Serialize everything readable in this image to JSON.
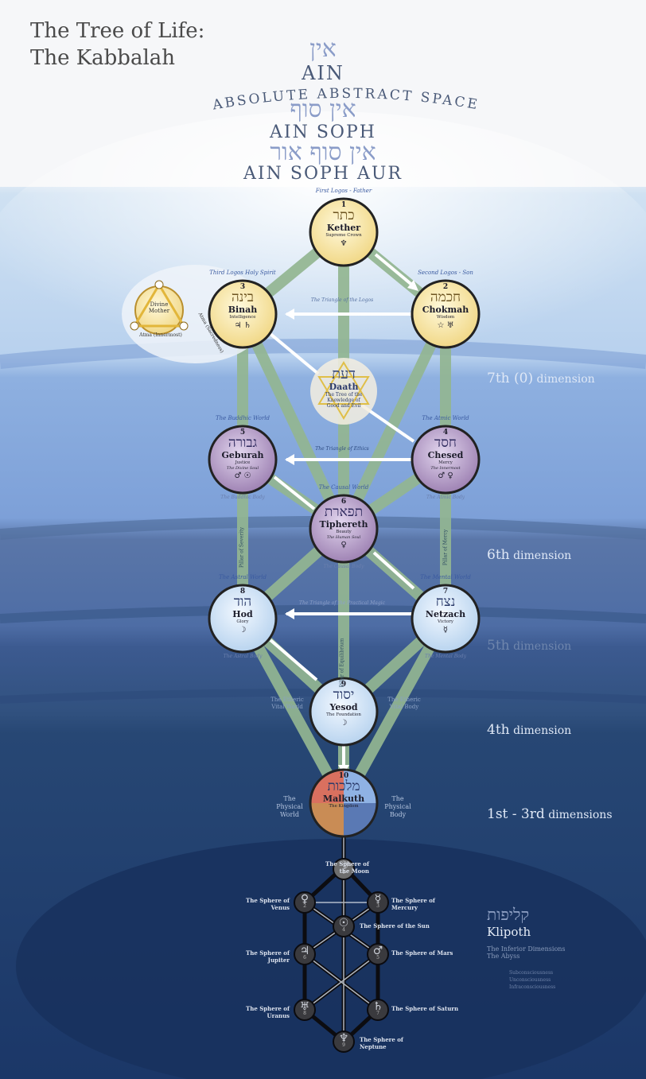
{
  "title": {
    "line1": "The Tree of Life:",
    "line2": "The Kabbalah"
  },
  "veils": {
    "ain_hebrew": "אין",
    "ain": "AIN",
    "ain_sub": "ABSOLUTE ABSTRACT SPACE",
    "ain_soph_hebrew": "אין סוף",
    "ain_soph": "AIN SOPH",
    "ain_soph_aur_hebrew": "אין סוף אור",
    "ain_soph_aur": "AIN SOPH AUR"
  },
  "dimensions": [
    {
      "num": "7th (0)",
      "unit": "dimension"
    },
    {
      "num": "6th",
      "unit": "dimension"
    },
    {
      "num": "5th",
      "unit": "dimension"
    },
    {
      "num": "4th",
      "unit": "dimension"
    },
    {
      "num": "1st - 3rd",
      "unit": "dimensions"
    }
  ],
  "sephiroth": [
    {
      "number": "1",
      "hebrew": "כתר",
      "name": "Kether",
      "meaning": "Supreme Crown",
      "arc_label": "First Logos - Father",
      "symbols": "♆"
    },
    {
      "number": "2",
      "hebrew": "חכמה",
      "name": "Chokmah",
      "meaning": "Wisdom",
      "arc_label": "Second Logos - Son",
      "symbols": "☆ ♅"
    },
    {
      "number": "3",
      "hebrew": "בינה",
      "name": "Binah",
      "meaning": "Intelligence",
      "arc_label": "Third Logos Holy Spirit",
      "side_label": "Atma (Sacredness)",
      "symbols": "♃ ♄"
    },
    {
      "number": "4",
      "hebrew": "חסד",
      "name": "Chesed",
      "meaning": "Mercy",
      "arc_label": "The Atmic World",
      "sub": "The Innermost",
      "bottom_label": "The Atmic Body",
      "symbols": "♂ ♀"
    },
    {
      "number": "5",
      "hebrew": "גבורה",
      "name": "Geburah",
      "meaning": "Justice",
      "arc_label": "The Buddhic World",
      "sub": "The Divine Soul",
      "bottom_label": "The Buddhic Body",
      "symbols": "♂ ☉"
    },
    {
      "number": "6",
      "hebrew": "תפארת",
      "name": "Tiphereth",
      "meaning": "Beauty",
      "arc_label": "The Causal World",
      "sub": "The Human Soul",
      "bottom_label": "The Causal Body",
      "symbols": "♀"
    },
    {
      "number": "7",
      "hebrew": "נצח",
      "name": "Netzach",
      "meaning": "Victory",
      "arc_label": "The Mental World",
      "bottom_label": "The Mental Body",
      "symbols": "☿"
    },
    {
      "number": "8",
      "hebrew": "הוד",
      "name": "Hod",
      "meaning": "Glory",
      "arc_label": "The Astral World",
      "bottom_label": "The Astral Body",
      "symbols": "☽"
    },
    {
      "number": "9",
      "hebrew": "יסוד",
      "name": "Yesod",
      "meaning": "The Foundation",
      "symbols": "☽"
    },
    {
      "number": "10",
      "hebrew": "מלכות",
      "name": "Malkuth",
      "meaning": "The Kingdom"
    }
  ],
  "daath": {
    "hebrew": "דעת",
    "name": "Daath",
    "meaning": "The Tree of the Knowledge of Good and Evil"
  },
  "divine_mother": "Divine Mother",
  "atma": "Atma (Innermost)",
  "path_labels": {
    "logos": "The Triangle of the Logos",
    "ethics": "The Triangle of Ethics",
    "magic": "The Triangle of the Practical Magic",
    "fire": "Pillar of Severity",
    "mercy": "Pillar of Mercy",
    "equilibrium": "Pillar of Equilibrium"
  },
  "side_labels": {
    "etheric_world": "The Etheric Vital World",
    "etheric_body": "The Etheric Vital Body",
    "physical_world": "The Physical World",
    "physical_body": "The Physical Body"
  },
  "klipoth_spheres": [
    {
      "symbol": "☽",
      "number": "1",
      "label": "The Sphere of the Moon"
    },
    {
      "symbol": "♀",
      "number": "2",
      "label": "The Sphere of Venus"
    },
    {
      "symbol": "☿",
      "number": "3",
      "label": "The Sphere of Mercury"
    },
    {
      "symbol": "☉",
      "number": "4",
      "label": "The Sphere of the Sun"
    },
    {
      "symbol": "♂",
      "number": "5",
      "label": "The Sphere of Mars"
    },
    {
      "symbol": "♃",
      "number": "6",
      "label": "The Sphere of Jupiter"
    },
    {
      "symbol": "♄",
      "number": "7",
      "label": "The Sphere of Saturn"
    },
    {
      "symbol": "♅",
      "number": "8",
      "label": "The Sphere of Uranus"
    },
    {
      "symbol": "♆",
      "number": "9",
      "label": "The Sphere of Neptune"
    }
  ],
  "klipoth": {
    "hebrew": "קליפות",
    "name": "Klipoth",
    "sub1": "The Inferior Dimensions",
    "sub2": "The Abyss",
    "list": [
      "Subconsciousness",
      "Unconsciousness",
      "Infraconsciousness"
    ]
  },
  "colors": {
    "kether": "#f6e6a0",
    "purple": "#b89ac8",
    "lightblue": "#d6e7f7",
    "path": "#9fbf9f",
    "sea": "#1d3d72"
  }
}
